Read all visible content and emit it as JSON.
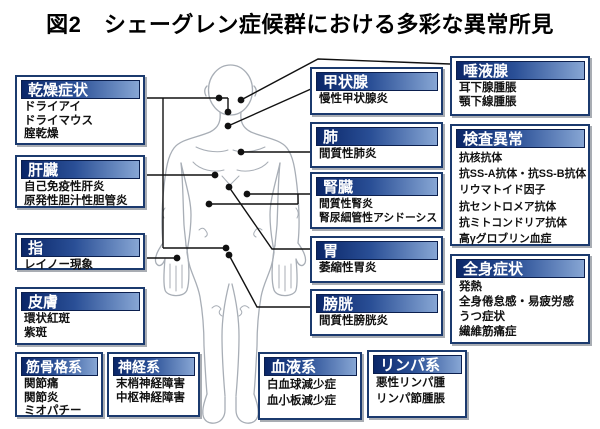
{
  "title": "図2　シェーグレン症候群における多彩な異常所見",
  "colors": {
    "header_from": "#0a2668",
    "header_to": "#87a6d4",
    "border": "#1b3a6e",
    "line": "#111111",
    "body_outline": "#a8aeb6"
  },
  "boxes": [
    {
      "id": "dry",
      "header": "乾燥症状",
      "items": [
        "ドライアイ",
        "ドライマウス",
        "腟乾燥"
      ]
    },
    {
      "id": "liver",
      "header": "肝臓",
      "items": [
        "自己免疫性肝炎",
        "原発性胆汁性胆管炎"
      ]
    },
    {
      "id": "finger",
      "header": "指",
      "items": [
        "レイノー現象"
      ]
    },
    {
      "id": "skin",
      "header": "皮膚",
      "items": [
        "環状紅斑",
        "紫斑"
      ]
    },
    {
      "id": "musculoskeletal",
      "header": "筋骨格系",
      "items": [
        "関節痛",
        "関節炎",
        "ミオパチー"
      ]
    },
    {
      "id": "nervous",
      "header": "神経系",
      "items": [
        "末梢神経障害",
        "中枢神経障害"
      ]
    },
    {
      "id": "thyroid",
      "header": "甲状腺",
      "items": [
        "慢性甲状腺炎"
      ]
    },
    {
      "id": "lung",
      "header": "肺",
      "items": [
        "間質性肺炎"
      ]
    },
    {
      "id": "kidney",
      "header": "腎臓",
      "items": [
        "間質性腎炎",
        "腎尿細管性アシドーシス"
      ]
    },
    {
      "id": "stomach",
      "header": "胃",
      "items": [
        "萎縮性胃炎"
      ]
    },
    {
      "id": "bladder",
      "header": "膀胱",
      "items": [
        "間質性膀胱炎"
      ]
    },
    {
      "id": "blood",
      "header": "血液系",
      "items": [
        "白血球減少症",
        "血小板減少症"
      ]
    },
    {
      "id": "lymphatic",
      "header": "リンパ系",
      "items": [
        "悪性リンパ腫",
        "リンパ節腫脹"
      ]
    },
    {
      "id": "salivary",
      "header": "唾液腺",
      "items": [
        "耳下腺腫脹",
        "顎下線腫脹"
      ]
    },
    {
      "id": "labs",
      "header": "検査異常",
      "items": [
        "抗核抗体",
        "抗SS-A抗体・抗SS-B抗体",
        "リウマトイド因子",
        "抗セントロメア抗体",
        "抗ミトコンドリア抗体",
        "高γグロブリン血症"
      ]
    },
    {
      "id": "systemic",
      "header": "全身症状",
      "items": [
        "発熱",
        "全身倦怠感・易疲労感",
        "うつ症状",
        "繊維筋痛症"
      ]
    }
  ]
}
